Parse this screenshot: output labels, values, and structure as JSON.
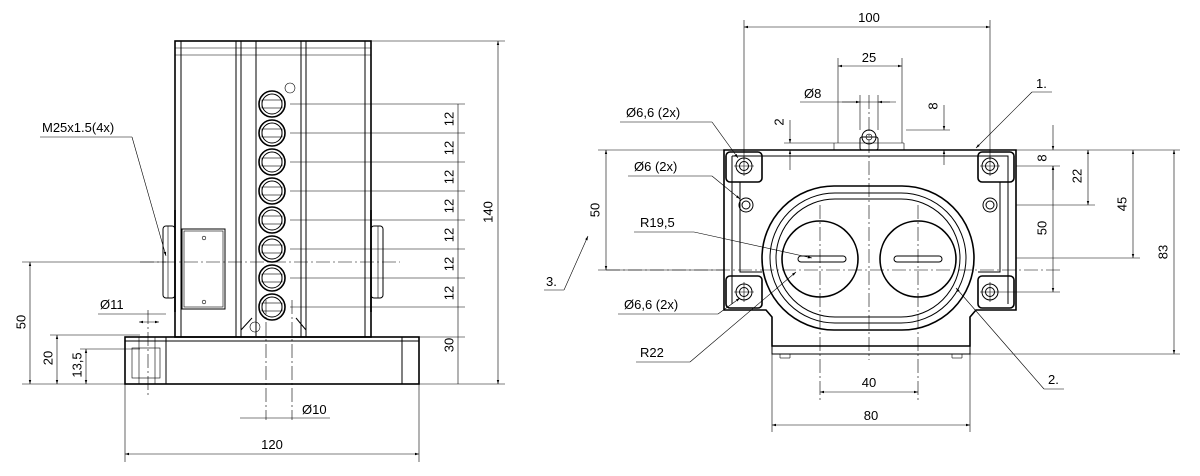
{
  "side_view": {
    "width_dim": "120",
    "height_dim": "140",
    "dim_50": "50",
    "dim_20": "20",
    "dim_13_5": "13,5",
    "dim_30": "30",
    "pitch_dims": [
      "12",
      "12",
      "12",
      "12",
      "12",
      "12",
      "12"
    ],
    "hole_small_dia": "Ø11",
    "hole_led_dia": "Ø10",
    "thread_label": "M25x1.5(4x)"
  },
  "front_view": {
    "dim_100": "100",
    "dim_25": "25",
    "dim_dia8": "Ø8",
    "dim_8_top": "8",
    "dim_2": "2",
    "dim_8_right": "8",
    "dim_22": "22",
    "dim_45": "45",
    "dim_83": "83",
    "dim_50_left": "50",
    "dim_50_right": "50",
    "dim_40": "40",
    "dim_80": "80",
    "callout_hole_66_top": "Ø6,6 (2x)",
    "callout_hole_6": "Ø6 (2x)",
    "callout_r195": "R19,5",
    "callout_hole_66_bottom": "Ø6,6 (2x)",
    "callout_r22": "R22",
    "ref_1": "1.",
    "ref_2": "2.",
    "ref_3": "3."
  }
}
